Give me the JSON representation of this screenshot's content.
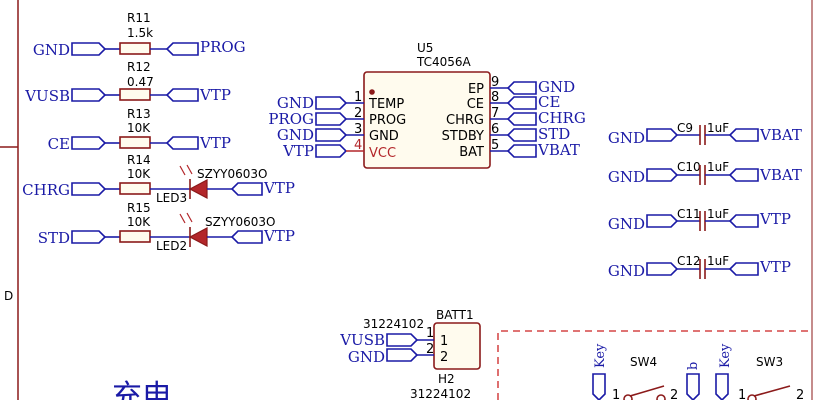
{
  "frame": {
    "zone_label": "D"
  },
  "resistors": [
    {
      "ref": "R11",
      "value": "1.5k",
      "left_net": "GND",
      "right_net": "PROG"
    },
    {
      "ref": "R12",
      "value": "0.47",
      "left_net": "VUSB",
      "right_net": "VTP"
    },
    {
      "ref": "R13",
      "value": "10K",
      "left_net": "CE",
      "right_net": "VTP"
    },
    {
      "ref": "R14",
      "value": "10K",
      "left_net": "CHRG"
    },
    {
      "ref": "R15",
      "value": "10K",
      "left_net": "STD"
    }
  ],
  "leds": [
    {
      "ref": "LED3",
      "part": "SZYY0603O",
      "net": "VTP"
    },
    {
      "ref": "LED2",
      "part": "SZYY0603O",
      "net": "VTP"
    }
  ],
  "ic": {
    "ref": "U5",
    "part": "TC4056A",
    "left_pins": [
      {
        "num": "1",
        "name": "TEMP",
        "net": "GND"
      },
      {
        "num": "2",
        "name": "PROG",
        "net": "PROG"
      },
      {
        "num": "3",
        "name": "GND",
        "net": "GND"
      },
      {
        "num": "4",
        "name": "VCC",
        "net": "VTP"
      }
    ],
    "right_pins": [
      {
        "num": "9",
        "name": "EP",
        "net": "GND"
      },
      {
        "num": "8",
        "name": "CE",
        "net": "CE"
      },
      {
        "num": "7",
        "name": "CHRG",
        "net": "CHRG"
      },
      {
        "num": "6",
        "name": "STDBY",
        "net": "STD"
      },
      {
        "num": "5",
        "name": "BAT",
        "net": "VBAT"
      }
    ]
  },
  "capacitors": [
    {
      "ref": "C9",
      "value": "1uF",
      "left_net": "GND",
      "right_net": "VBAT"
    },
    {
      "ref": "C10",
      "value": "1uF",
      "left_net": "GND",
      "right_net": "VBAT"
    },
    {
      "ref": "C11",
      "value": "1uF",
      "left_net": "GND",
      "right_net": "VTP"
    },
    {
      "ref": "C12",
      "value": "1uF",
      "left_net": "GND",
      "right_net": "VTP"
    }
  ],
  "battery": {
    "ref": "BATT1",
    "part_top": "31224102",
    "alt_ref": "H2",
    "part_bottom": "31224102",
    "pins": [
      {
        "num": "1",
        "net": "VUSB"
      },
      {
        "num": "2",
        "net": "GND"
      }
    ]
  },
  "switches": [
    {
      "ref": "SW4",
      "net_left": "Key",
      "net_right": "b",
      "pin1": "1",
      "pin2": "2"
    },
    {
      "ref": "SW3",
      "net_left": "Key",
      "pin1": "1",
      "pin2": "2"
    }
  ],
  "section_title": "充电"
}
